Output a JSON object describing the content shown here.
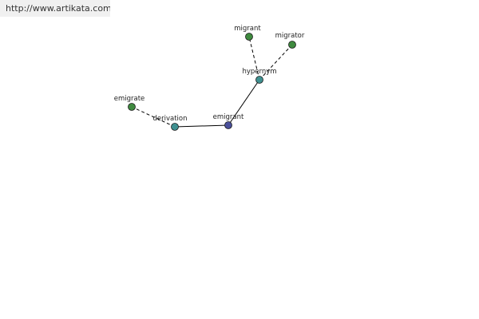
{
  "site": {
    "url": "http://www.artikata.com"
  },
  "graph": {
    "nodes": [
      {
        "id": "emigrant",
        "label": "emigrant",
        "kind": "center"
      },
      {
        "id": "derivation",
        "label": "derivation",
        "kind": "relation"
      },
      {
        "id": "hypernym",
        "label": "hypernym",
        "kind": "relation"
      },
      {
        "id": "emigrate",
        "label": "emigrate",
        "kind": "word"
      },
      {
        "id": "migrant",
        "label": "migrant",
        "kind": "word"
      },
      {
        "id": "migrator",
        "label": "migrator",
        "kind": "word"
      }
    ],
    "edges": [
      {
        "from": "emigrant",
        "to": "derivation",
        "style": "solid"
      },
      {
        "from": "emigrant",
        "to": "hypernym",
        "style": "solid"
      },
      {
        "from": "derivation",
        "to": "emigrate",
        "style": "dashed"
      },
      {
        "from": "hypernym",
        "to": "migrant",
        "style": "dashed"
      },
      {
        "from": "hypernym",
        "to": "migrator",
        "style": "dashed"
      }
    ],
    "colors": {
      "center": "#4a4f9a",
      "relation": "#3f9090",
      "word": "#3f8a3f",
      "stroke": "#1a1a1a",
      "edge": "#000000"
    }
  }
}
